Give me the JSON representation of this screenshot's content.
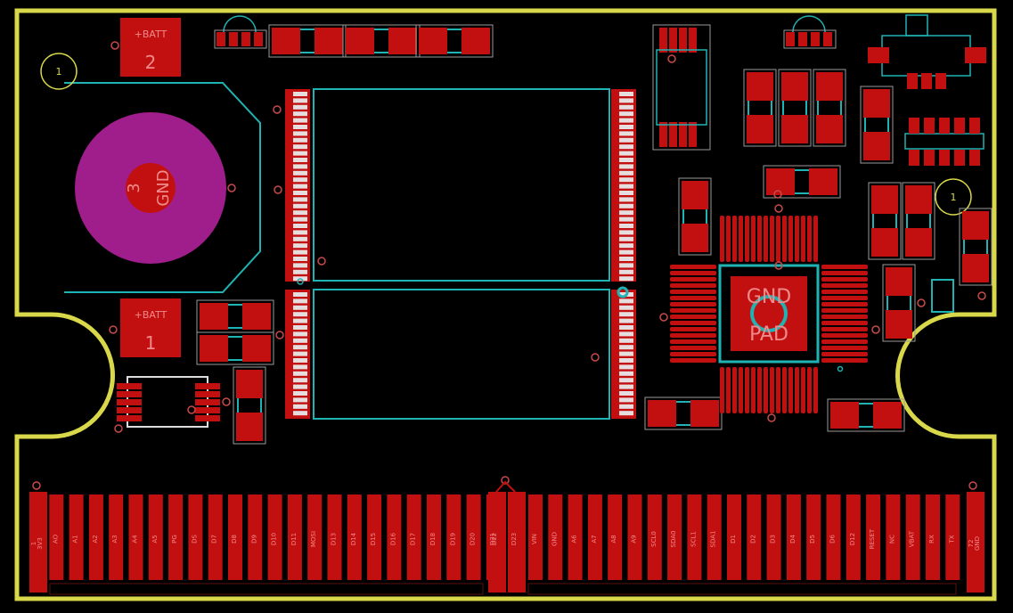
{
  "board": {
    "colors": {
      "background": "#000000",
      "edge": "#d8d84a",
      "copper": "#c21010",
      "copper_dark": "#8a0a0a",
      "pin_light": "#e6dede",
      "silk_cyan": "#1fb3b3",
      "silk_white": "#dddddd",
      "label": "#f08a8a",
      "via_ring": "#c84a4a",
      "battery_pad": "#a01e8c"
    }
  },
  "battery": {
    "pad_label_num": "3",
    "pad_label_name": "GND",
    "plus_pad_2": {
      "label": "+BATT",
      "number": "2"
    },
    "plus_pad_1": {
      "label": "+BATT",
      "number": "1"
    }
  },
  "fiducial": {
    "label": "1"
  },
  "ic_center": {
    "line1": "GND",
    "line2": "PAD"
  },
  "edge_connector": {
    "first_number": "1",
    "first_name": "3V3",
    "last_number": "72",
    "last_name": "GND",
    "middle_names": [
      "AO",
      "A1",
      "A2",
      "A3",
      "A4",
      "A5",
      "PG",
      "DS",
      "D7",
      "D8",
      "D9",
      "D10",
      "D11",
      "MOSI",
      "D13",
      "D14",
      "D15",
      "D16",
      "D17",
      "D18",
      "D19",
      "D20",
      "D21",
      "D22",
      "D23",
      "VIN",
      "GND",
      "A6",
      "A7",
      "A8",
      "A9",
      "SCL0",
      "SDA0",
      "SCL1",
      "SDA1",
      "D1",
      "D2",
      "D3",
      "D4",
      "D5",
      "D6",
      "D12",
      "RESET",
      "NC",
      "VBAT",
      "RX",
      "TX",
      "B0",
      "B1",
      "B2",
      "B3"
    ]
  }
}
